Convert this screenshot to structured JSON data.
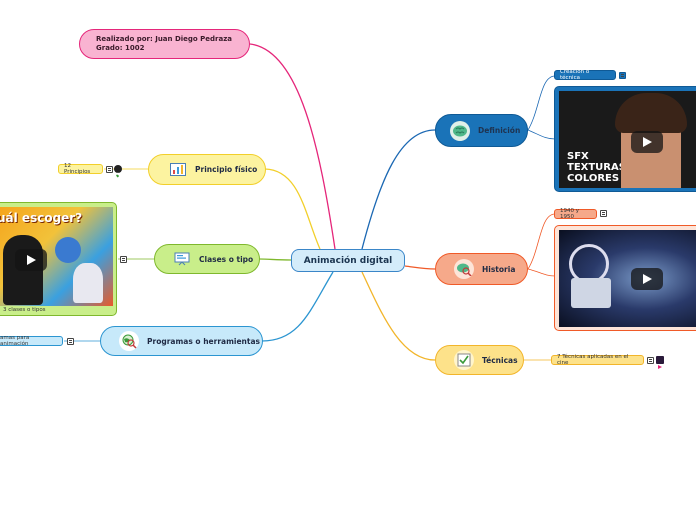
{
  "center": {
    "label": "Animación digital"
  },
  "author": {
    "line1": "Realizado por: Juan Diego Pedraza",
    "line2": "Grado: 1002"
  },
  "left_topics": [
    {
      "label": "Principio físico",
      "sub": "12 Principios"
    },
    {
      "label": "Clases o tipo",
      "sub": "3 clases o tipos",
      "video_text": "uál escoger?"
    },
    {
      "label": "Programas o herramientas",
      "sub": "amas para animación"
    }
  ],
  "right_topics": [
    {
      "label": "Definición",
      "sub": "Creación o técnica",
      "video_text": [
        "SFX",
        "TEXTURAS",
        "COLORES"
      ]
    },
    {
      "label": "Historia",
      "sub": "1940 y 1950"
    },
    {
      "label": "Técnicas",
      "sub": "7 Técnicas aplicadas en el cine"
    }
  ],
  "colors": {
    "definicion": "#1a73b8",
    "historia": "#f6a98a",
    "tecnicas": "#fde28a",
    "principio": "#fcf3a0",
    "clases": "#c9ee8a",
    "programas": "#c7e9fa",
    "author": "#f9b3d1"
  },
  "icons": [
    "brain-icon",
    "brain-search-icon",
    "checklist-icon",
    "chart-icon",
    "presentation-icon",
    "globe-search-icon",
    "note-icon",
    "globe-icon",
    "play-icon"
  ]
}
